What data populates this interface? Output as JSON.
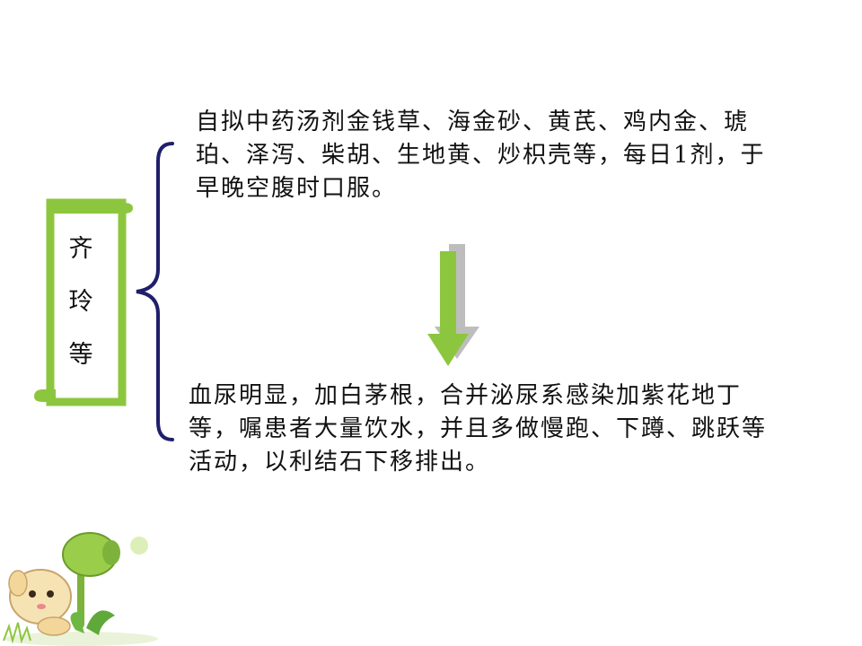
{
  "scroll": {
    "chars": [
      "齐",
      "玲",
      "等"
    ]
  },
  "top_paragraph": {
    "text": "自拟中药汤剂金钱草、海金砂、黄芪、鸡内金、琥珀、泽泻、柴胡、生地黄、炒枳壳等，每日1剂，于早晚空腹时口服。"
  },
  "bottom_paragraph": {
    "text": "血尿明显，加白茅根，合并泌尿系感染加紫花地丁等，嘱患者大量饮水，并且多做慢跑、下蹲、跳跃等活动，以利结石下移排出。"
  },
  "colors": {
    "scroll_green": "#8CC63F",
    "brace_navy": "#1F1F6B",
    "arrow_green": "#8CC63F",
    "arrow_shadow": "#BDBDBD"
  },
  "icons": {
    "scroll": "scroll-banner-icon",
    "brace": "left-brace-icon",
    "arrow": "down-arrow-icon",
    "mascot": "cartoon-mascot-icon"
  }
}
